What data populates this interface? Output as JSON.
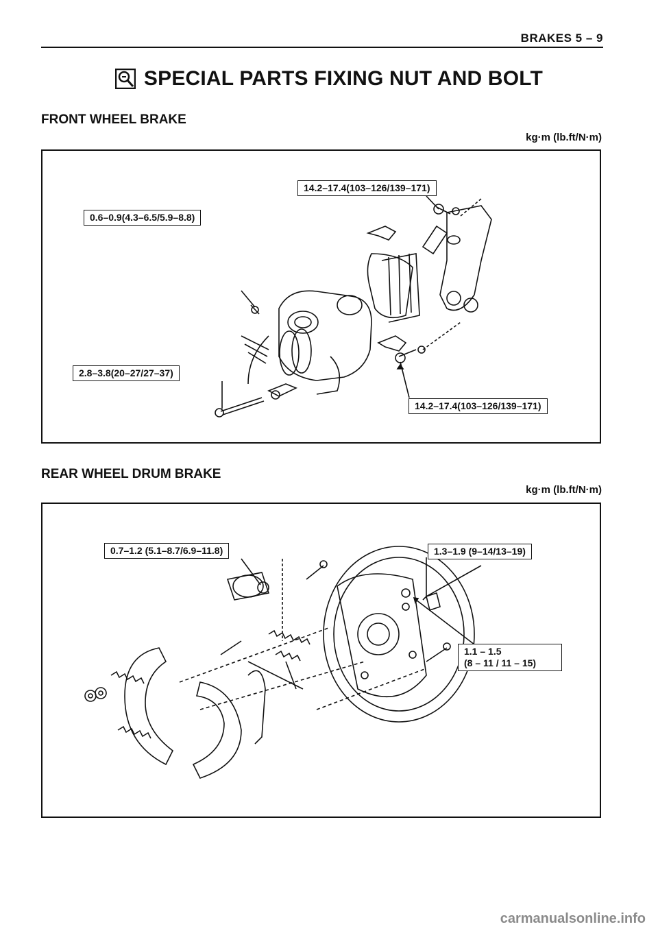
{
  "header": {
    "page_label": "BRAKES 5 – 9"
  },
  "title": {
    "icon": "magnifier-bolt-icon",
    "text": "SPECIAL PARTS FIXING NUT AND BOLT"
  },
  "front": {
    "section_title": "FRONT WHEEL BRAKE",
    "units": "kg·m (lb.ft/N·m)",
    "callouts": {
      "top_bolt": "14.2–17.4(103–126/139–171)",
      "bleeder": "0.6–0.9(4.3–6.5/5.9–8.8)",
      "guide_bolt": "2.8–3.8(20–27/27–37)",
      "bottom_bolt": "14.2–17.4(103–126/139–171)"
    }
  },
  "rear": {
    "section_title": "REAR WHEEL DRUM BRAKE",
    "units": "kg·m (lb.ft/N·m)",
    "callouts": {
      "wheel_cyl": "0.7–1.2 (5.1–8.7/6.9–11.8)",
      "backing_bolt": "1.3–1.9 (9–14/13–19)",
      "nut_line1": "1.1 – 1.5",
      "nut_line2": "(8 – 11 / 11 – 15)"
    }
  },
  "footer": {
    "watermark": "carmanualsonline.info"
  }
}
